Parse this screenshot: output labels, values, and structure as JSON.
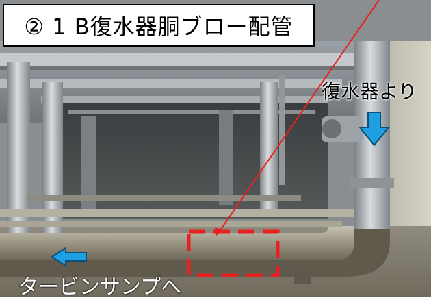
{
  "photo": {
    "subject": "pipe-photo",
    "title": "② 1 B復水器胴ブロー配管",
    "label_from": "復水器より",
    "label_to": "タービンサンプへ"
  },
  "colors": {
    "arrow_fill": "#1e9fe0",
    "arrow_stroke": "#0b4f7c",
    "highlight": "#e8201f",
    "leader_line": "#e8201f"
  },
  "icons": {
    "down_arrow": "down-arrow-icon",
    "left_arrow": "left-arrow-icon"
  }
}
